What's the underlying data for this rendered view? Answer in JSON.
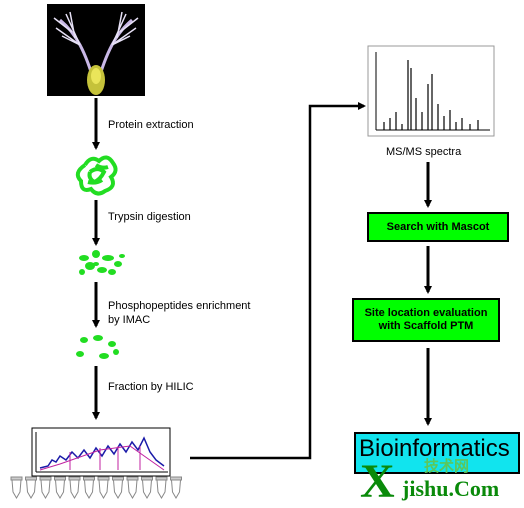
{
  "workflow": {
    "left_steps": [
      "Protein extraction",
      "Trypsin digestion",
      "Phosphopeptides enrichment",
      "by IMAC",
      "Fraction by HILIC"
    ],
    "spectra_label": "MS/MS spectra",
    "mascot_label": "Search with Mascot",
    "scaffold_line1": "Site location evaluation",
    "scaffold_line2": "with Scaffold PTM",
    "bioinformatics_label": "Bioinformatics",
    "colors": {
      "green_box": "#00ff00",
      "cyan_box": "#11e4ee",
      "peptide": "#22dd22"
    }
  },
  "watermark": {
    "x": "X",
    "text": "jishu.Com",
    "chinese": "技术网"
  }
}
